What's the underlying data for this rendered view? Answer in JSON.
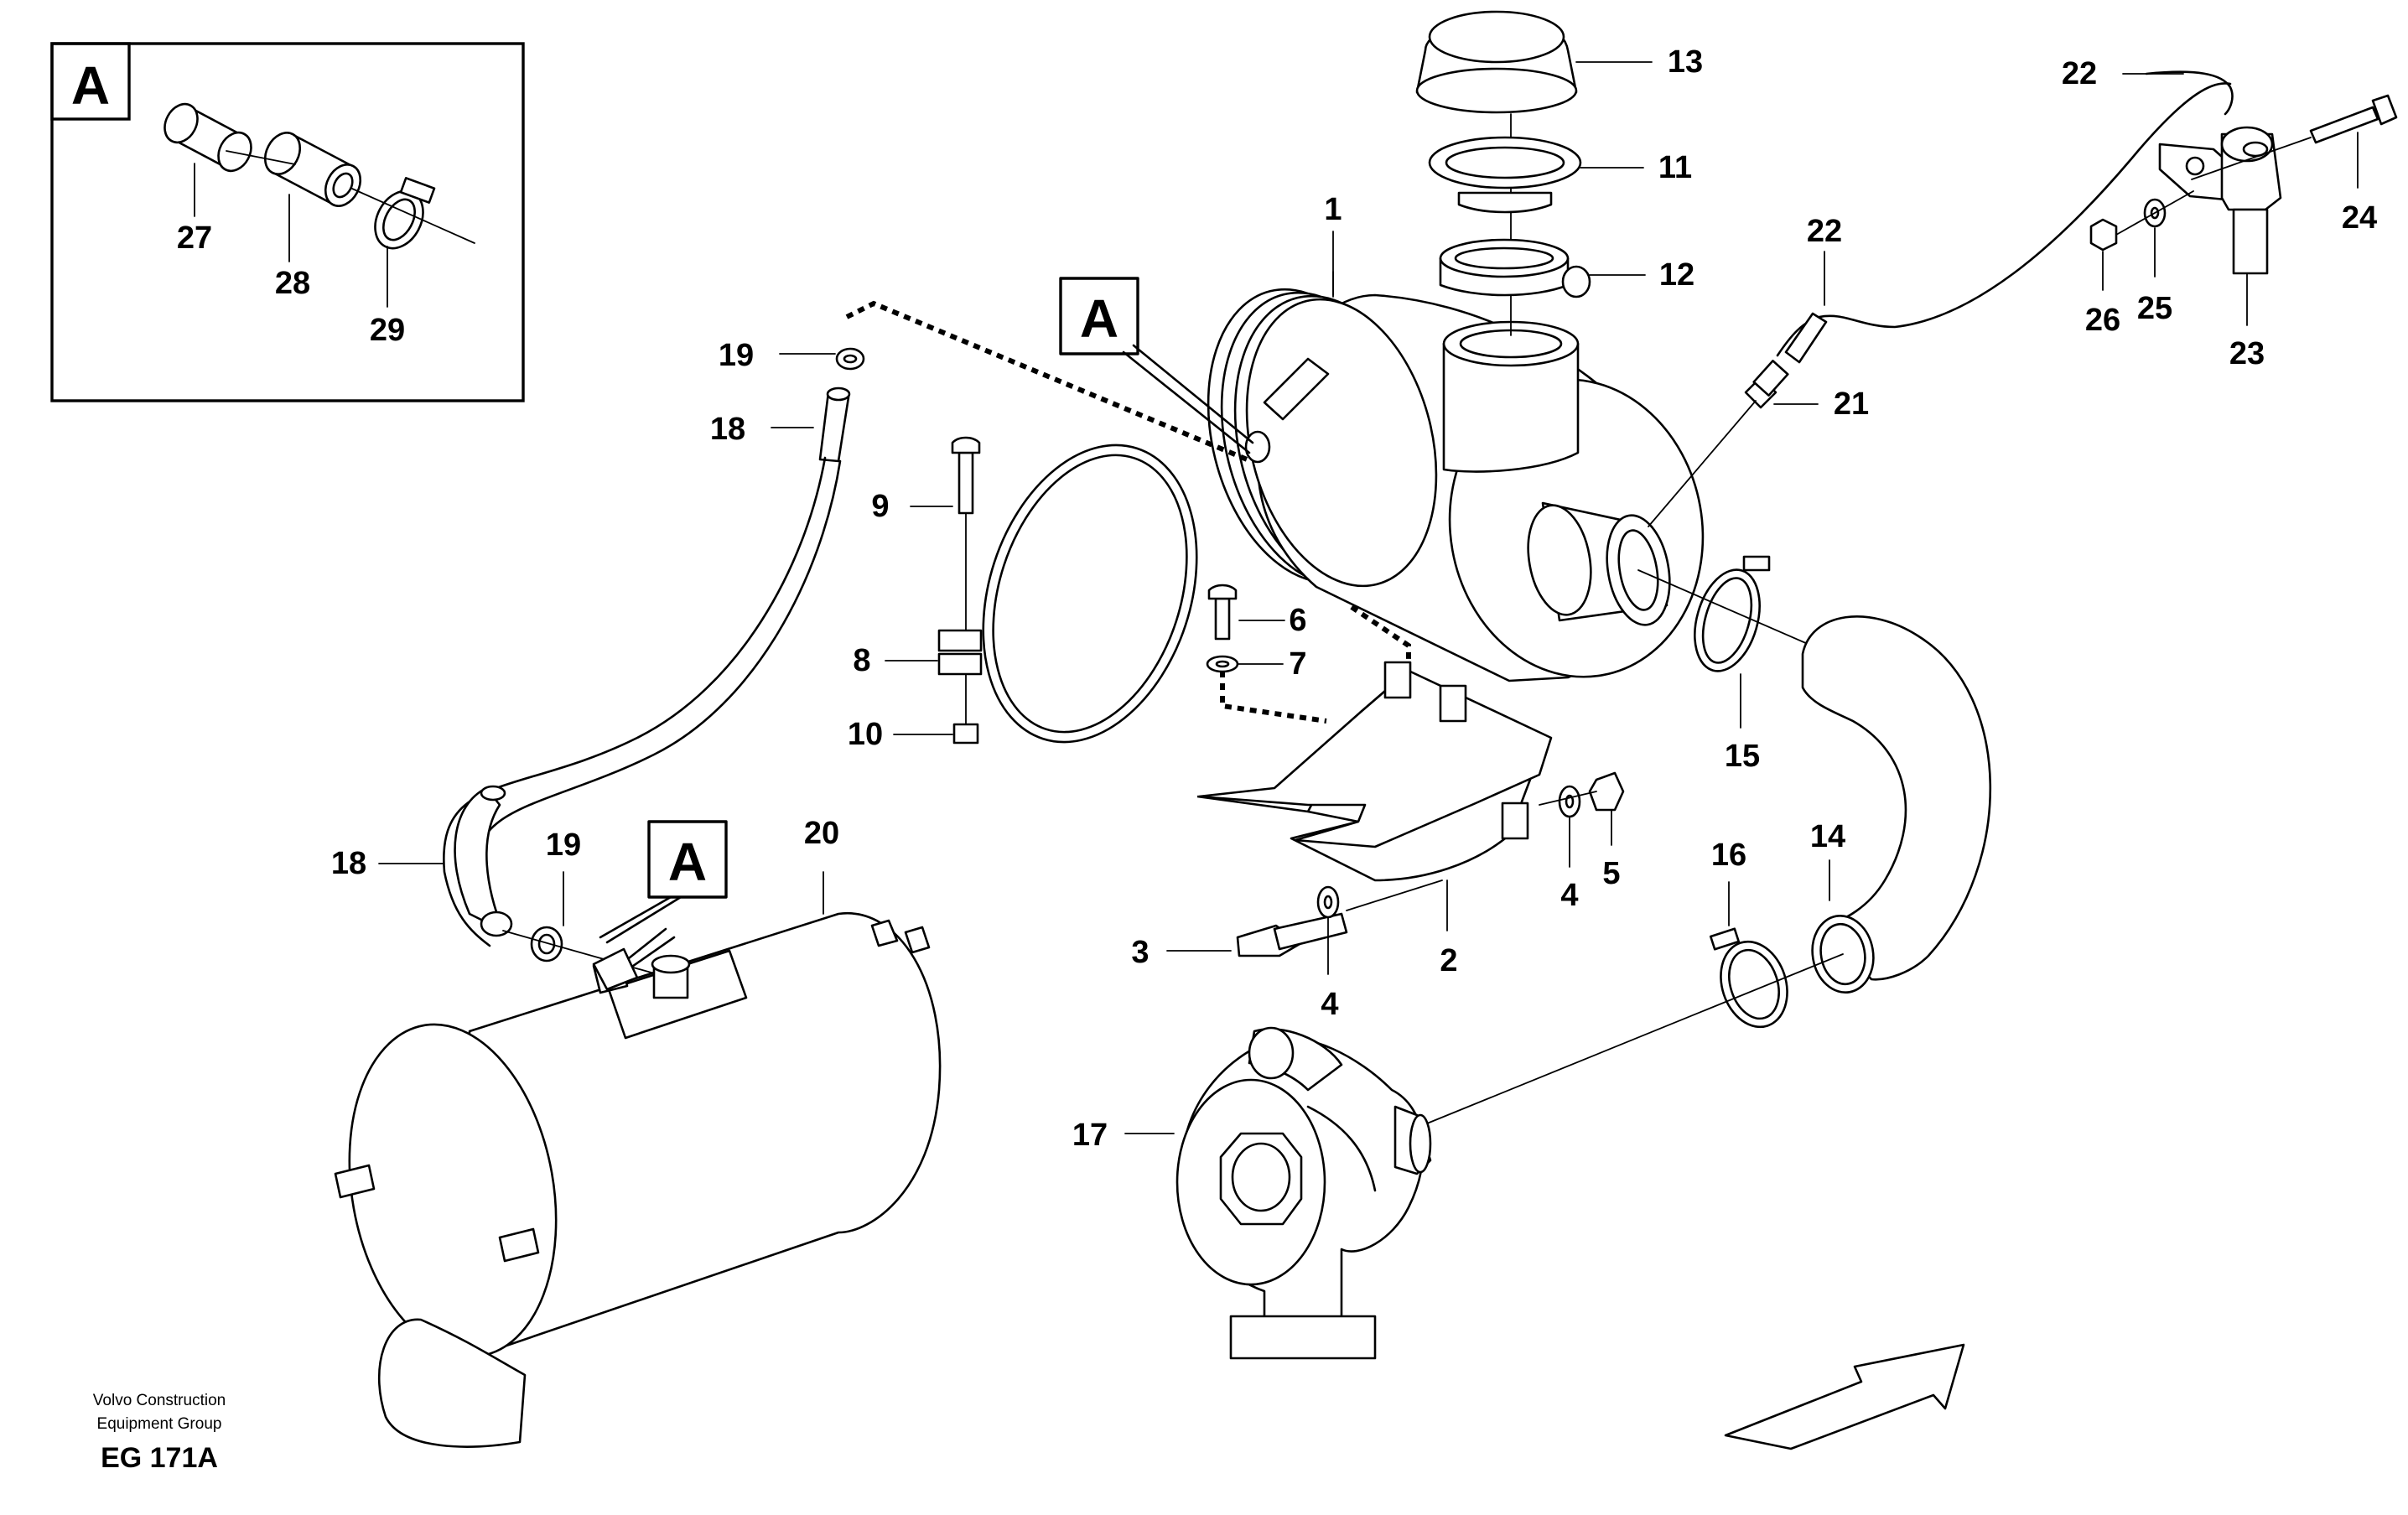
{
  "diagram": {
    "callouts": {
      "p1": "1",
      "p2": "2",
      "p3": "3",
      "p4a": "4",
      "p4b": "4",
      "p5": "5",
      "p6": "6",
      "p7": "7",
      "p8": "8",
      "p9": "9",
      "p10": "10",
      "p11": "11",
      "p12": "12",
      "p13": "13",
      "p14": "14",
      "p15": "15",
      "p16": "16",
      "p17": "17",
      "p18a": "18",
      "p18b": "18",
      "p19a": "19",
      "p19b": "19",
      "p20": "20",
      "p21": "21",
      "p22a": "22",
      "p22b": "22",
      "p23": "23",
      "p24": "24",
      "p25": "25",
      "p26": "26",
      "p27": "27",
      "p28": "28",
      "p29": "29"
    },
    "detail_marker": "A",
    "footer": {
      "company_line1": "Volvo Construction",
      "company_line2": "Equipment Group",
      "figure_code": "EG 171A"
    },
    "icons": [
      "direction-arrow-icon"
    ]
  }
}
